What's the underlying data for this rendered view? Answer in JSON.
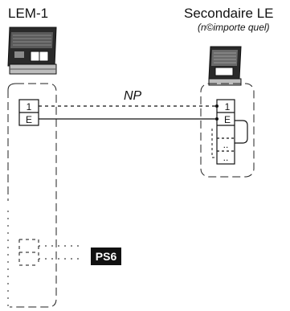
{
  "left_station": {
    "title": "LEM-1",
    "terminals": [
      "1",
      "E"
    ]
  },
  "right_station": {
    "title": "Secondaire LE",
    "subtitle": "(n©importe quel)",
    "terminals": [
      "1",
      "E"
    ]
  },
  "wire_label": "NP",
  "power_supply": {
    "label": "PS6"
  }
}
